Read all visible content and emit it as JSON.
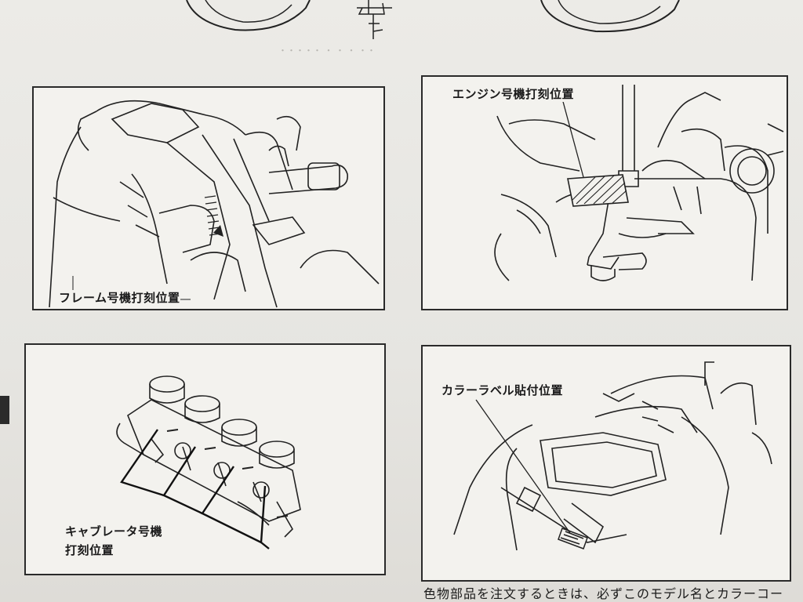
{
  "panels": {
    "frame": {
      "caption": "フレーム号機打刻位置"
    },
    "engine": {
      "caption": "エンジン号機打刻位置"
    },
    "carburetor": {
      "caption_line1": "キャブレータ号機",
      "caption_line2": "打刻位置"
    },
    "color_label": {
      "caption": "カラーラベル貼付位置"
    }
  },
  "footer": {
    "text": "色物部品を注文するときは、必ずこのモデル名とカラーコー"
  }
}
